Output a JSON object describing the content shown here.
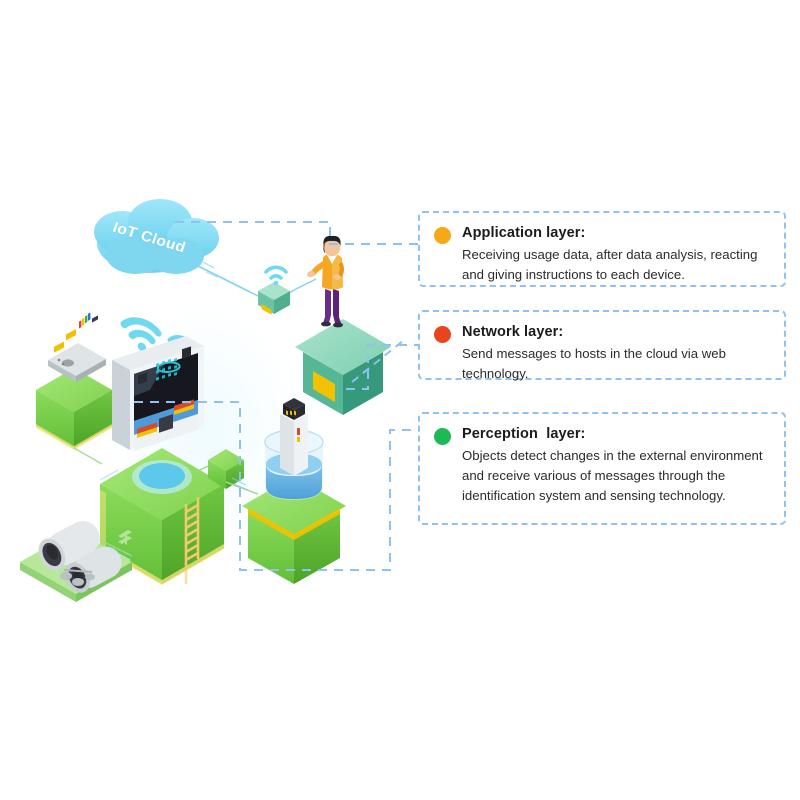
{
  "diagram": {
    "title_text": "IoT Cloud",
    "colors": {
      "application_dot": "#F5A818",
      "network_dot": "#E8451F",
      "perception_dot": "#1DB954",
      "dashed_border": "#8FC2F0",
      "cloud": "#86DCF5",
      "green_light": "#8BDC5A",
      "green_mid": "#6CC93F",
      "green_dark": "#4FAE2C",
      "mint": "#8ED8BE",
      "mint_dark": "#3FA487",
      "wifi": "#6FD9F2",
      "accent_yellow": "#F2C200",
      "shirt": "#F5A623",
      "pants": "#6B2D8C"
    }
  },
  "legend": {
    "items": [
      {
        "id": "application",
        "dot_color": "#F5A818",
        "title": "Application layer:",
        "body": "Receiving usage data, after data analysis, reacting and giving instructions to each device."
      },
      {
        "id": "network",
        "dot_color": "#E8451F",
        "title": "Network layer:",
        "body": "Send messages to hosts in the cloud via web technology."
      },
      {
        "id": "perception",
        "dot_color": "#1DB954",
        "title": "Perception  layer:",
        "body": "Objects detect changes in the external environment and receive various of messages through the identification system and sensing technology."
      }
    ]
  },
  "scene": {
    "nodes": [
      {
        "id": "iot-cloud",
        "label": "IoT Cloud"
      },
      {
        "id": "gateway-router",
        "label": ""
      },
      {
        "id": "user-person",
        "label": ""
      },
      {
        "id": "microbit-device",
        "label": ""
      },
      {
        "id": "circuit-board",
        "label": ""
      },
      {
        "id": "water-tank",
        "label": ""
      },
      {
        "id": "water-sensor",
        "label": ""
      },
      {
        "id": "appliance-pair",
        "label": ""
      },
      {
        "id": "link-cube",
        "label": ""
      }
    ]
  }
}
